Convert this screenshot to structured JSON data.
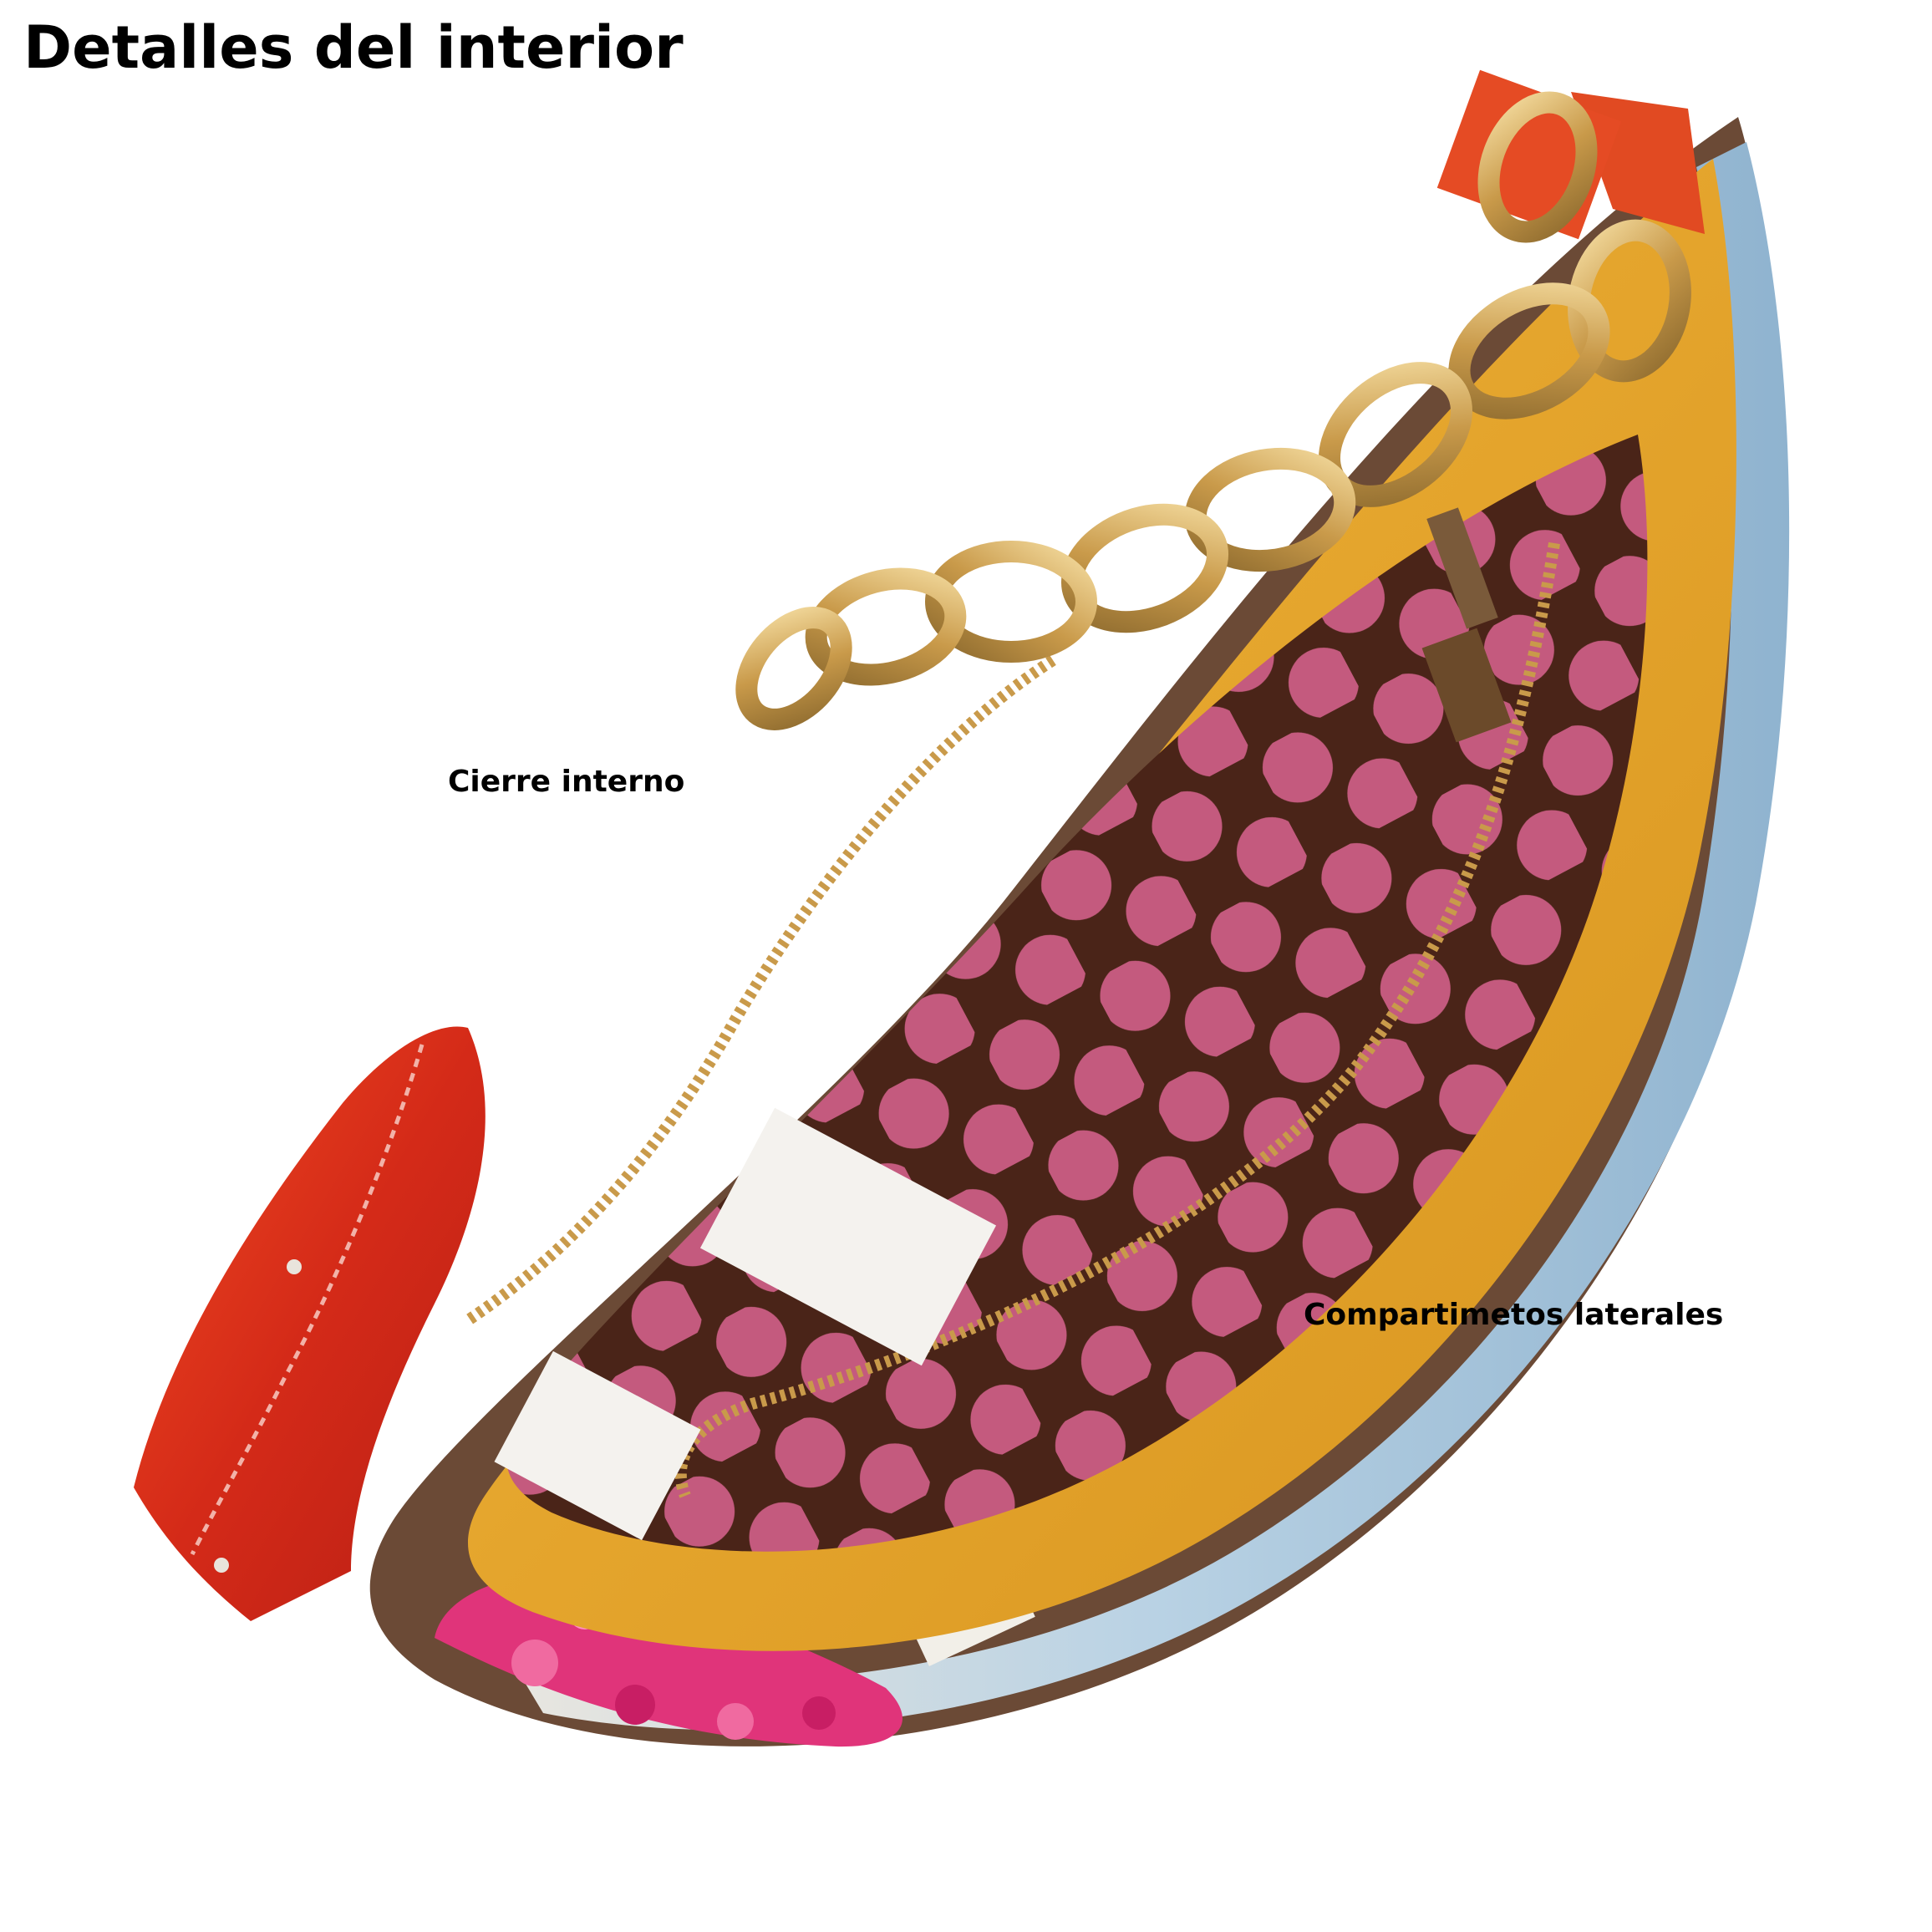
{
  "header": {
    "title": "Detalles del interior"
  },
  "callouts": {
    "internal_zipper": "Cierre interno",
    "side_compartments": "Compartimetos laterales"
  },
  "colors": {
    "strap_red": "#d9301c",
    "lining_yellow": "#e0a12a",
    "lining_brown": "#4a2418",
    "polka_pink": "#c45a7e",
    "chain_gold": "#d9b56a",
    "trim_brown": "#6b4a36",
    "print_blue": "#a9c6dc",
    "flower_pink": "#e0347a"
  },
  "image": {
    "subject": "handbag-interior-photo"
  }
}
